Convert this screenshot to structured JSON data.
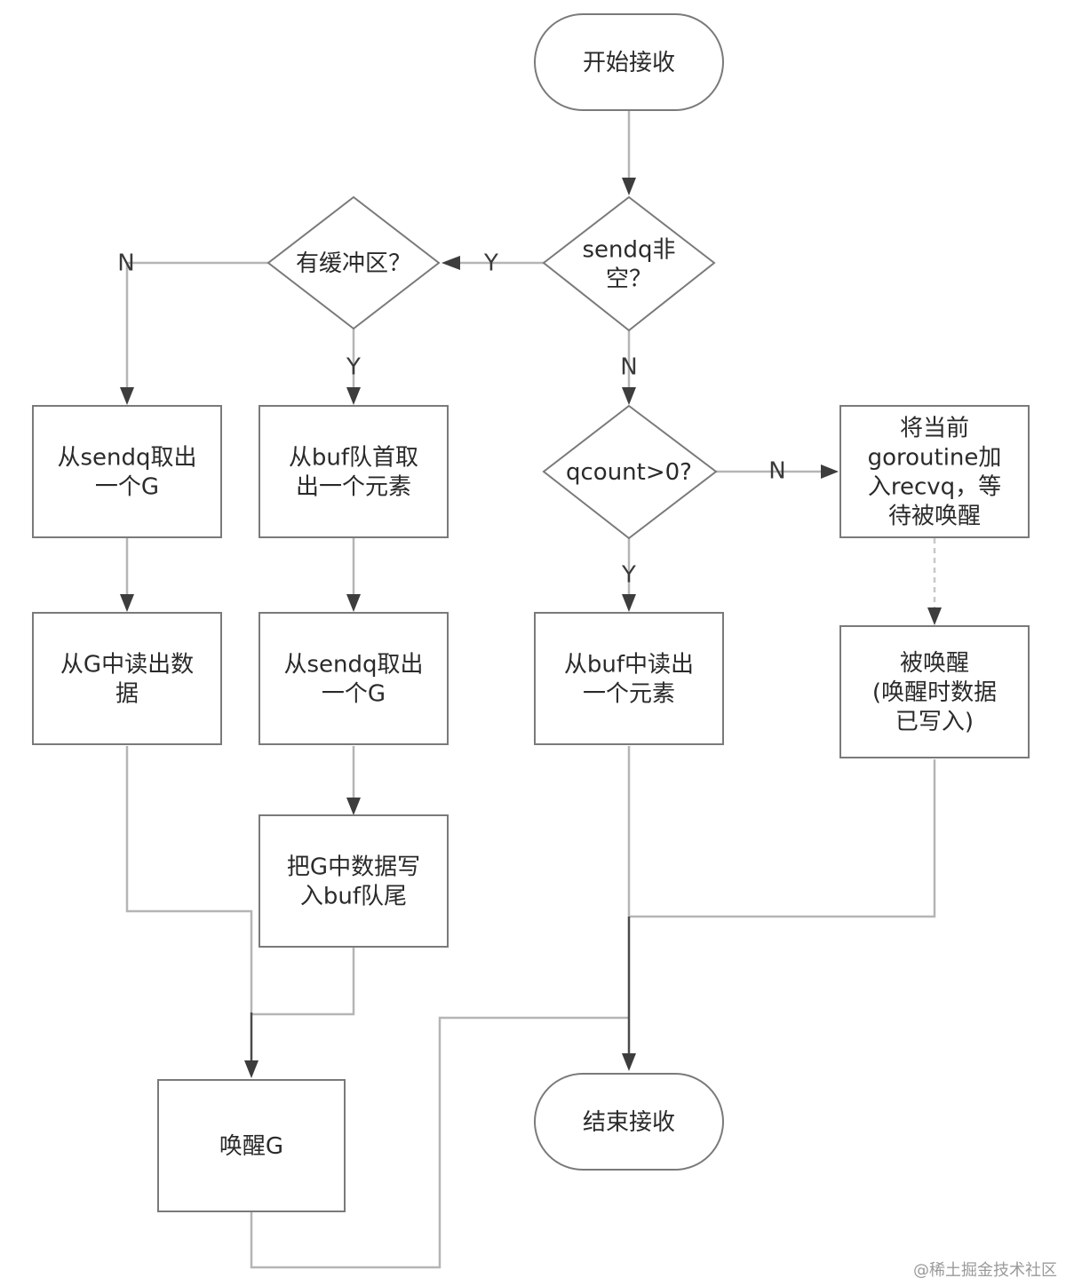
{
  "nodes": {
    "start": [
      "开始接收"
    ],
    "sendq_check": [
      "sendq非",
      "空？"
    ],
    "buffer_check": [
      "有缓冲区？"
    ],
    "take_g_from_sendq_left": [
      "从sendq取出",
      "一个G"
    ],
    "take_buf_head": [
      "从buf队首取",
      "出一个元素"
    ],
    "qcount_check": [
      "qcount>0?"
    ],
    "join_recvq": [
      "将当前",
      "goroutine加",
      "入recvq，等",
      "待被唤醒"
    ],
    "read_from_g": [
      "从G中读出数",
      "据"
    ],
    "take_g_from_sendq_mid": [
      "从sendq取出",
      "一个G"
    ],
    "read_from_buf": [
      "从buf中读出",
      "一个元素"
    ],
    "woken_up": [
      "被唤醒",
      "(唤醒时数据",
      "已写入)"
    ],
    "write_g_to_buf_tail": [
      "把G中数据写",
      "入buf队尾"
    ],
    "wake_g": [
      "唤醒G"
    ],
    "end": [
      "结束接收"
    ]
  },
  "edge_labels": {
    "sendq_yes": "Y",
    "sendq_no": "N",
    "buffer_yes": "Y",
    "buffer_no": "N",
    "qcount_yes": "Y",
    "qcount_no": "N"
  },
  "watermark": "@稀土掘金技术社区"
}
